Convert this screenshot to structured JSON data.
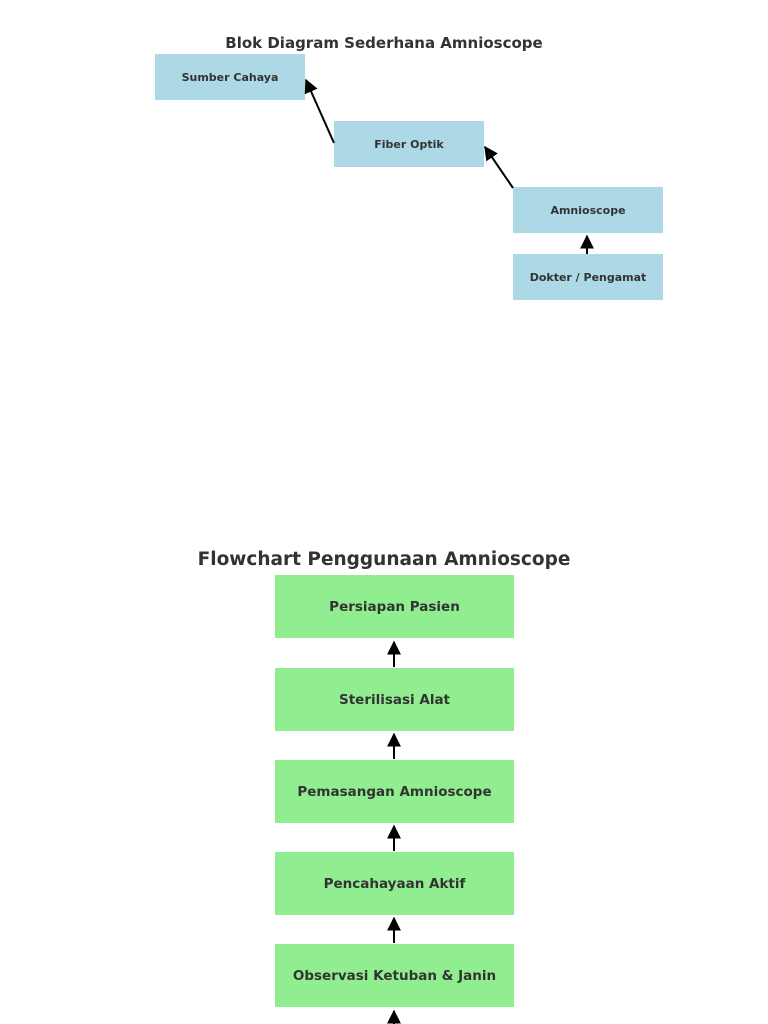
{
  "block_diagram": {
    "title": "Blok Diagram Sederhana Amnioscope",
    "nodes": [
      {
        "id": "sumber",
        "label": "Sumber Cahaya"
      },
      {
        "id": "fiber",
        "label": "Fiber Optik"
      },
      {
        "id": "amnio",
        "label": "Amnioscope"
      },
      {
        "id": "dokter",
        "label": "Dokter / Pengamat"
      }
    ],
    "edges": [
      {
        "from": "fiber",
        "to": "sumber"
      },
      {
        "from": "amnio",
        "to": "fiber"
      },
      {
        "from": "dokter",
        "to": "amnio"
      }
    ],
    "node_color": "#add8e6"
  },
  "flowchart": {
    "title": "Flowchart Penggunaan Amnioscope",
    "steps": [
      {
        "id": "s1",
        "label": "Persiapan Pasien"
      },
      {
        "id": "s2",
        "label": "Sterilisasi Alat"
      },
      {
        "id": "s3",
        "label": "Pemasangan Amnioscope"
      },
      {
        "id": "s4",
        "label": "Pencahayaan Aktif"
      },
      {
        "id": "s5",
        "label": "Observasi Ketuban & Janin"
      }
    ],
    "edges": [
      {
        "from": "s2",
        "to": "s1"
      },
      {
        "from": "s3",
        "to": "s2"
      },
      {
        "from": "s4",
        "to": "s3"
      },
      {
        "from": "s5",
        "to": "s4"
      }
    ],
    "node_color": "#90ee90"
  }
}
